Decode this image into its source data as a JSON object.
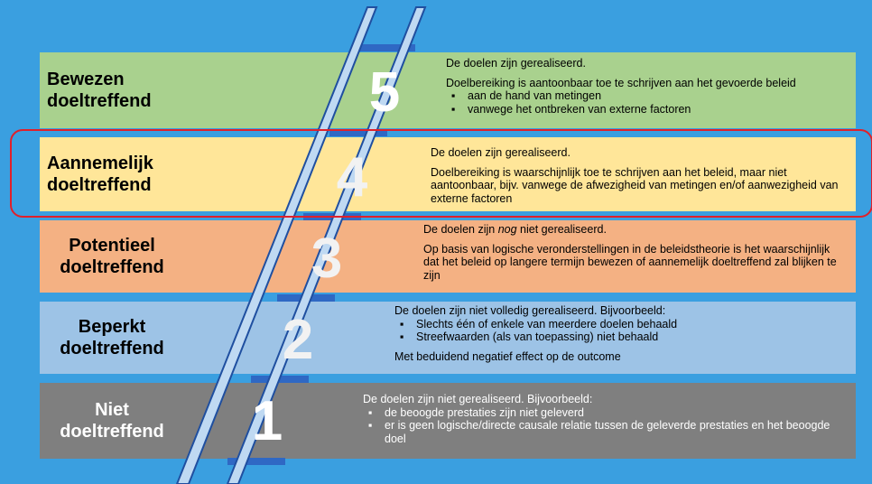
{
  "levels": [
    {
      "number": "5",
      "title_line1": "Bewezen",
      "title_line2": "doeltreffend",
      "color": "#a9d18e",
      "line1": "De doelen zijn gerealiseerd.",
      "line2": "Doelbereiking is aantoonbaar toe te schrijven aan het gevoerde beleid",
      "bullets": [
        "aan de hand van metingen",
        "vanwege het ontbreken van externe factoren"
      ]
    },
    {
      "number": "4",
      "title_line1": "Aannemelijk",
      "title_line2": "doeltreffend",
      "color": "#ffe699",
      "line1": "De doelen zijn gerealiseerd.",
      "line2": "Doelbereiking is waarschijnlijk toe te schrijven aan het beleid, maar niet aantoonbaar, bijv. vanwege de afwezigheid van metingen en/of aanwezigheid van externe factoren",
      "highlighted": true
    },
    {
      "number": "3",
      "title_line1": "Potentieel",
      "title_line2": "doeltreffend",
      "color": "#f4b183",
      "line1_pre": "De doelen zijn ",
      "line1_em": "nog",
      "line1_post": " niet gerealiseerd.",
      "line2": "Op basis van logische veronderstellingen in de beleidstheorie is het waarschijnlijk dat het beleid op langere termijn bewezen of aannemelijk doeltreffend zal blijken te zijn"
    },
    {
      "number": "2",
      "title_line1": "Beperkt",
      "title_line2": "doeltreffend",
      "color": "#9dc3e6",
      "line1": "De doelen zijn niet volledig gerealiseerd. Bijvoorbeeld:",
      "bullets": [
        "Slechts één of enkele van meerdere doelen behaald",
        "Streefwaarden (als van toepassing) niet behaald"
      ],
      "line2": "Met beduidend negatief effect op de outcome"
    },
    {
      "number": "1",
      "title_line1": "Niet",
      "title_line2": "doeltreffend",
      "color": "#7f7f7f",
      "line1": "De doelen zijn niet gerealiseerd. Bijvoorbeeld:",
      "bullets": [
        "de beoogde prestaties zijn niet geleverd",
        "er is geen logische/directe causale relatie tussen de geleverde prestaties en het beoogde doel"
      ]
    }
  ],
  "colors": {
    "background": "#3a9fe0",
    "ladder_rail": "#bfd9f2",
    "ladder_rung": "#2f68c4",
    "highlight": "#e0202a"
  }
}
